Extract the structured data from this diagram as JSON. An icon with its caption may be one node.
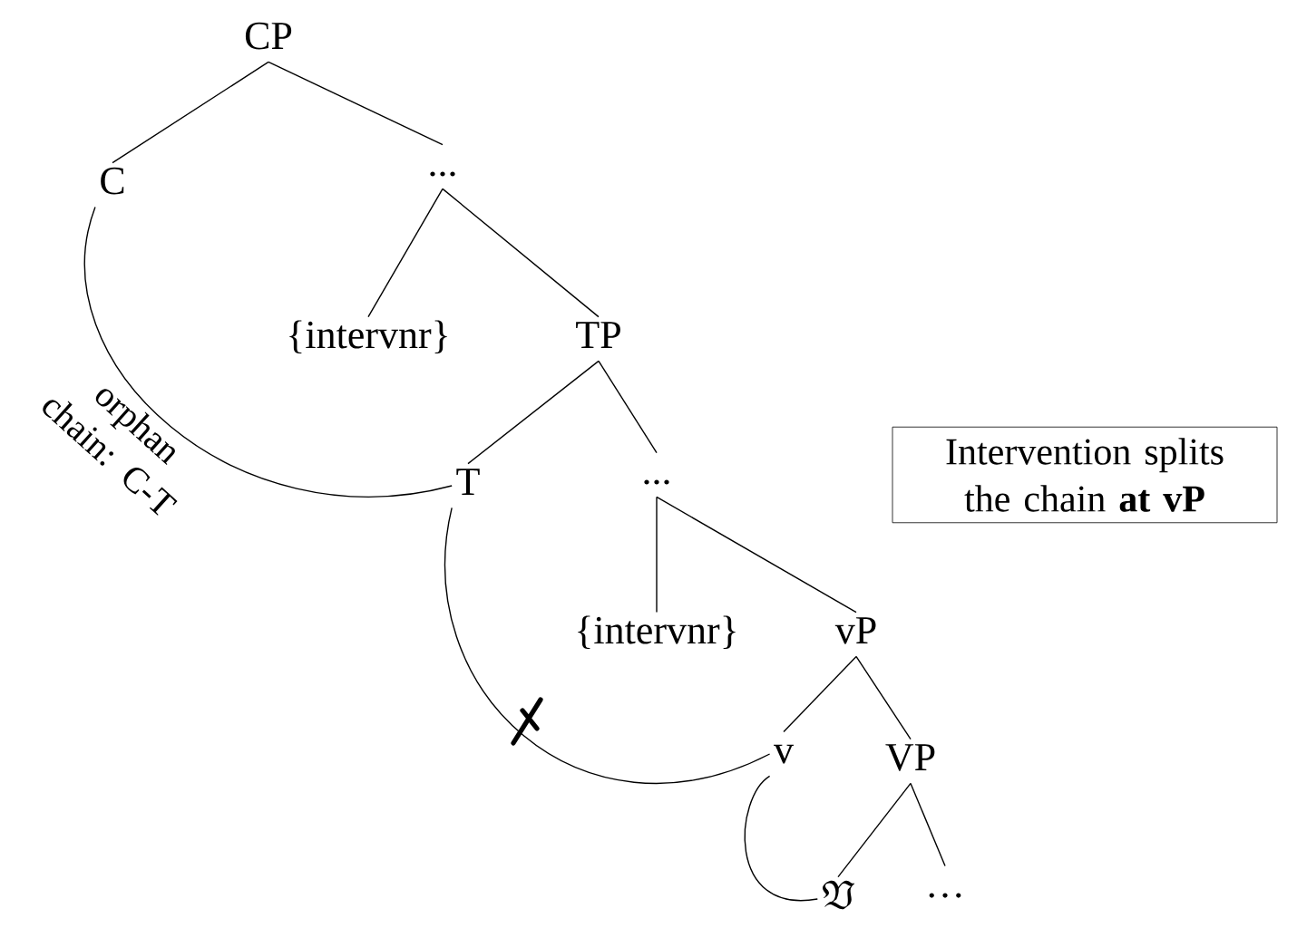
{
  "diagram": {
    "nodes": [
      {
        "text": [
          "CP"
        ]
      },
      {
        "text": [
          "C"
        ]
      },
      {
        "text": [
          "..."
        ]
      },
      {
        "text": [
          "{intervnr}"
        ]
      },
      {
        "text": [
          "TP"
        ]
      },
      {
        "text": [
          "T"
        ]
      },
      {
        "text": [
          "..."
        ]
      },
      {
        "text": [
          "{intervnr}"
        ]
      },
      {
        "text": [
          "vP"
        ]
      },
      {
        "text": [
          "v"
        ]
      },
      {
        "text": [
          "VP"
        ]
      },
      {
        "text": [
          "\\mathfrak{V}"
        ]
      },
      {
        "text": [
          "…"
        ]
      },
      {
        "text": [
          "Intervention splits the chain **at vP**"
        ]
      }
    ],
    "edges": [
      {
        "from": 0,
        "to": 1,
        "arrow": "none"
      },
      {
        "from": 0,
        "to": 2,
        "arrow": "none"
      },
      {
        "from": 2,
        "to": 3,
        "arrow": "none"
      },
      {
        "from": 2,
        "to": 4,
        "arrow": "none"
      },
      {
        "from": 4,
        "to": 5,
        "arrow": "none"
      },
      {
        "from": 4,
        "to": 6,
        "arrow": "none"
      },
      {
        "from": 6,
        "to": 7,
        "arrow": "none"
      },
      {
        "from": 6,
        "to": 8,
        "arrow": "none"
      },
      {
        "from": 8,
        "to": 9,
        "arrow": "none"
      },
      {
        "from": 8,
        "to": 10,
        "arrow": "none"
      },
      {
        "from": 10,
        "to": 11,
        "arrow": "none"
      },
      {
        "from": 10,
        "to": 12,
        "arrow": "none"
      },
      {
        "from": 1,
        "to": 5,
        "arrow": "none"
      },
      {
        "from": 5,
        "to": 9,
        "arrow": "none"
      },
      {
        "from": 9,
        "to": 11,
        "arrow": "none"
      }
    ],
    "labels": [
      "orphan chain: C-T"
    ]
  }
}
